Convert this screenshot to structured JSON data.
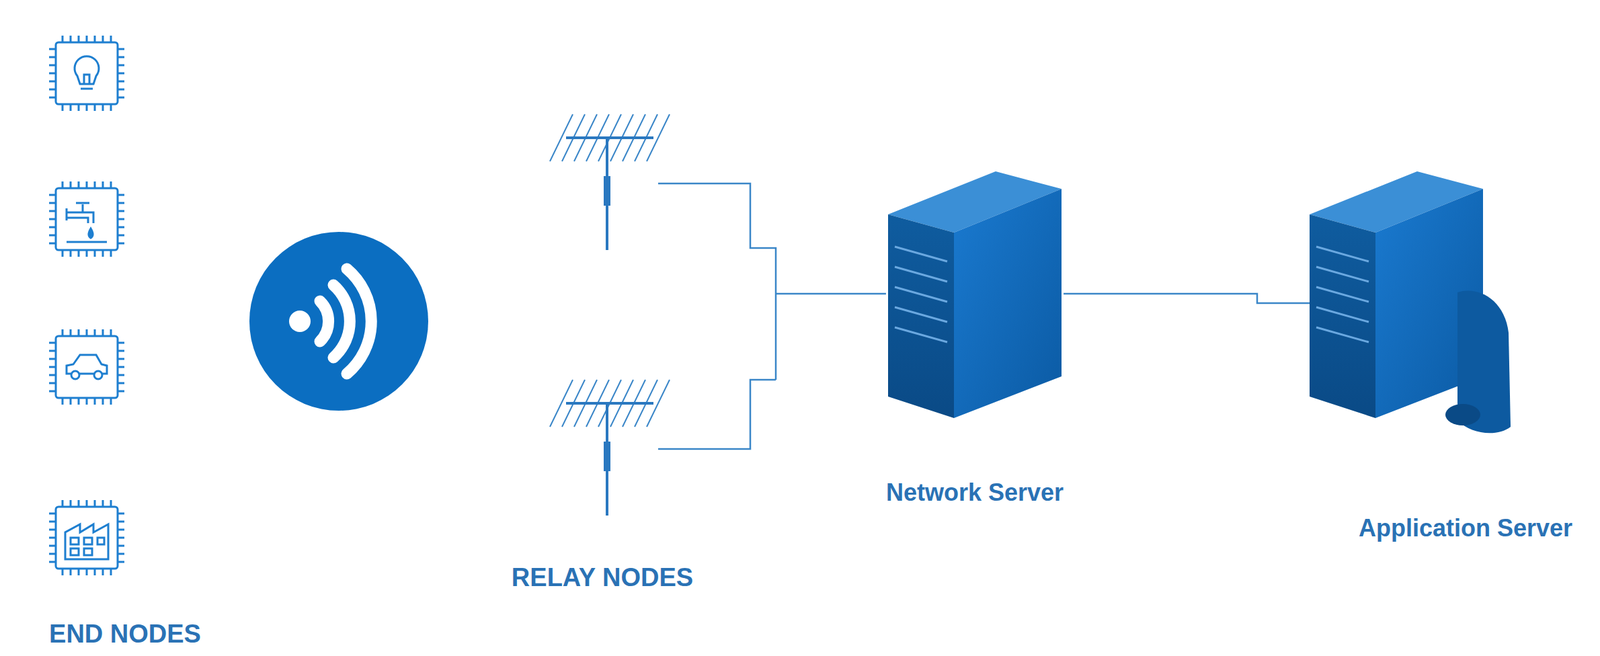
{
  "diagram": {
    "nodes": [
      {
        "text": [
          "END NODES"
        ]
      },
      {
        "text": [
          "RELAY NODES"
        ]
      },
      {
        "text": [
          "Network Server"
        ]
      },
      {
        "text": [
          "Application Server"
        ]
      }
    ],
    "edges": [
      {
        "from": 1,
        "to": 2,
        "arrow": "none"
      },
      {
        "from": 2,
        "to": 3,
        "arrow": "none"
      }
    ]
  }
}
